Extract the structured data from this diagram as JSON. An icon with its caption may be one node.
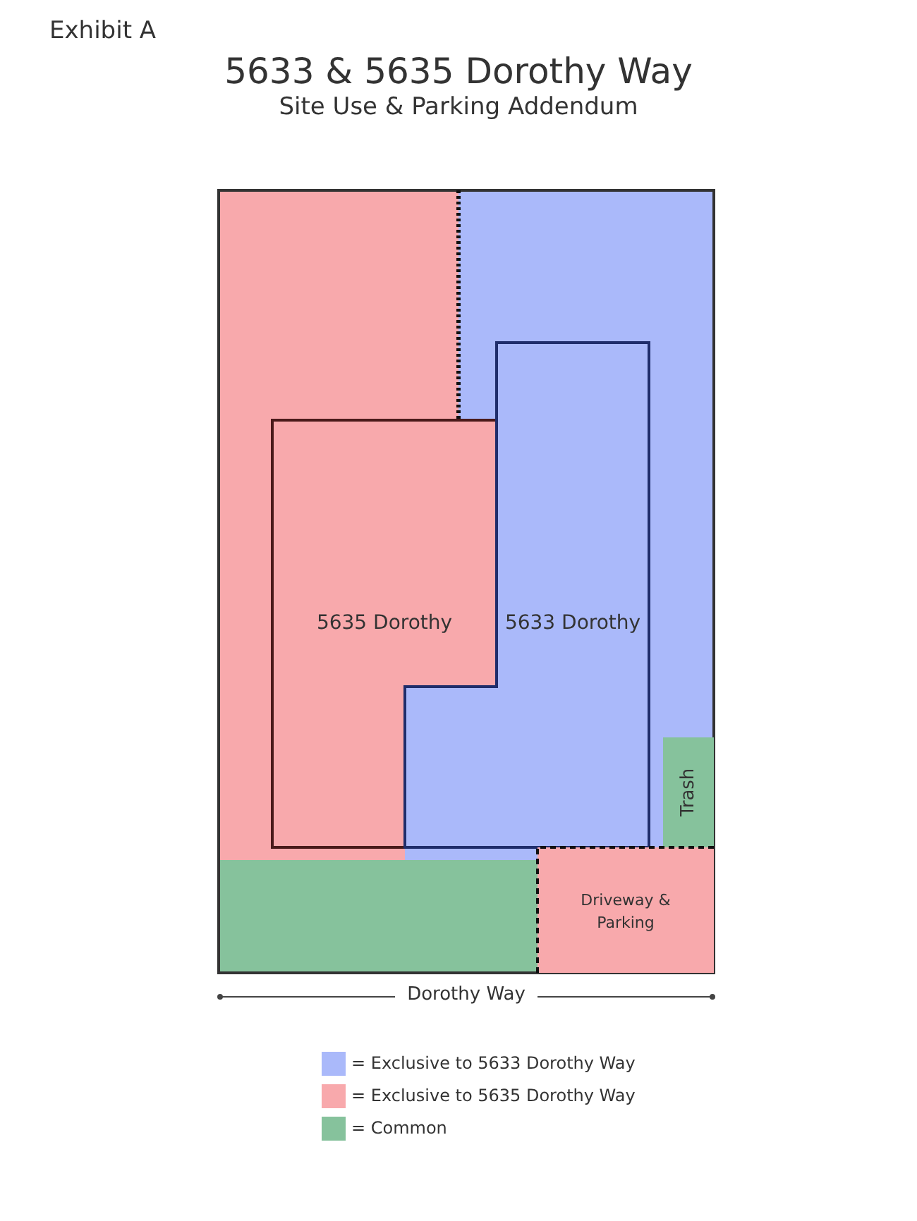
{
  "diagram": {
    "title": "5633 & 5635 Dorothy Way",
    "nodes": [
      {
        "text": [
          "5635 Dorothy"
        ]
      },
      {
        "text": [
          "5633 Dorothy"
        ]
      },
      {
        "text": [
          "Trash"
        ]
      },
      {
        "text": [
          "Driveway & Parking"
        ]
      }
    ],
    "labels": [
      "Exhibit A",
      "Site Use & Parking Addendum",
      "Dorothy Way"
    ],
    "legend": [
      {
        "text": "= Exclusive to 5633 Dorothy Way",
        "color": "#aab9fa"
      },
      {
        "text": "= Exclusive to 5635 Dorothy Way",
        "color": "#f8a9ac"
      },
      {
        "text": "= Common",
        "color": "#86c29c"
      }
    ]
  }
}
